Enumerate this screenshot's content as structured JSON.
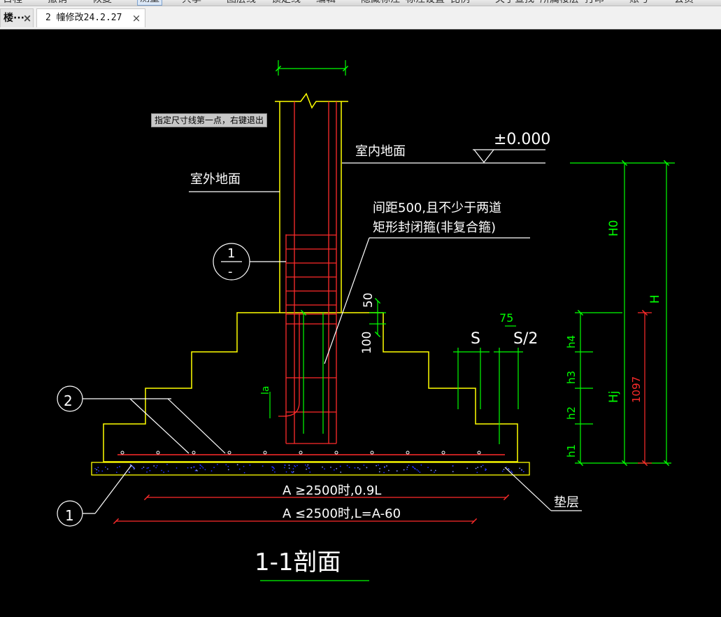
{
  "menu": {
    "items": [
      "日程",
      "撤销",
      "恢复",
      "测量",
      "共享",
      "图层线",
      "锁定线",
      "编辑",
      "隐藏标注",
      "标注设置",
      "比例",
      "关于查找",
      "所属楼层",
      "打印",
      "账号",
      "会员"
    ],
    "active_index": 3
  },
  "tabs": [
    {
      "label": "楼···",
      "close": "×"
    },
    {
      "label": "2 幢修改24.2.27",
      "close": "×"
    }
  ],
  "tooltip": "指定尺寸线第一点，右键退出",
  "drawing": {
    "title": "1-1剖面",
    "elevation": "±0.000",
    "indoor_ground": "室内地面",
    "outdoor_ground": "室外地面",
    "stirrup_note_line1": "间距500,且不少于两道",
    "stirrup_note_line2": "矩形封闭箍(非复合箍)",
    "dim_50": "50",
    "dim_100": "100",
    "dim_75": "75",
    "label_s": "S",
    "label_s2": "S/2",
    "h_labels": [
      "h4",
      "h3",
      "h2",
      "h1"
    ],
    "h0": "H0",
    "h": "H",
    "hj": "Hj",
    "dim_1097": "1097",
    "la_mark": "la",
    "marker_1": "1",
    "marker_2": "2",
    "note_a1": "A ≥2500时,0.9L",
    "note_a2": "A ≤2500时,L=A-60",
    "cushion": "垫层",
    "section_ref_top": "1",
    "section_ref_bottom": "-"
  },
  "colors": {
    "background": "#000000",
    "line": "#ffffff",
    "rebar": "#ff2b2b",
    "dimension": "#00ff00",
    "column": "#ffff00",
    "concrete_dots": "#2233ff"
  }
}
